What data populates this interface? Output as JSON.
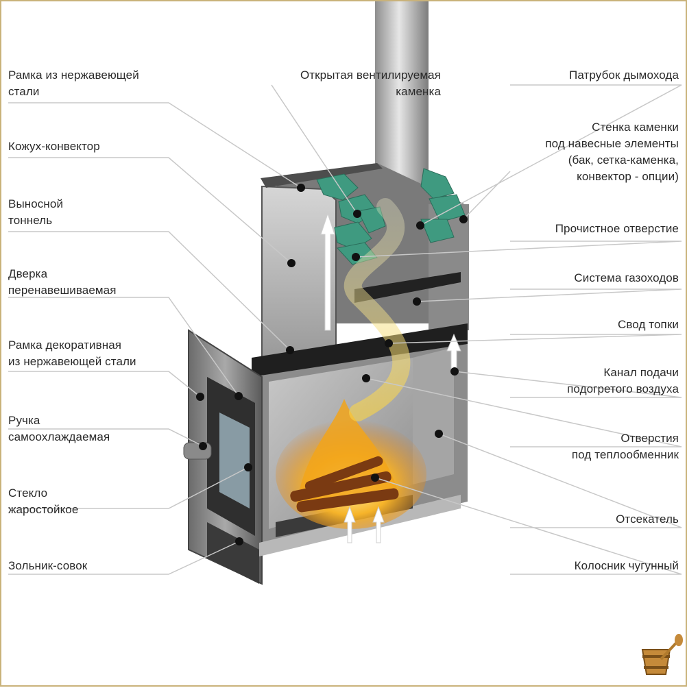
{
  "labels_left": [
    {
      "id": "frame-steel",
      "text": "Рамка из нержавеющей\nстали"
    },
    {
      "id": "casing-convector",
      "text": "Кожух-конвектор"
    },
    {
      "id": "remote-tunnel",
      "text": "Выносной\nтоннель"
    },
    {
      "id": "door",
      "text": "Дверка\nперенавешиваемая"
    },
    {
      "id": "frame-decor",
      "text": "Рамка декоративная\nиз нержавеющей стали"
    },
    {
      "id": "handle",
      "text": "Ручка\nсамоохлаждаемая"
    },
    {
      "id": "glass",
      "text": "Стекло\nжаростойкое"
    },
    {
      "id": "ash-pan",
      "text": "Зольник-совок"
    }
  ],
  "labels_right": [
    {
      "id": "open-heater",
      "text": "Открытая вентилируемая\nкаменка"
    },
    {
      "id": "chimney-pipe",
      "text": "Патрубок дымохода"
    },
    {
      "id": "heater-wall",
      "text": "Стенка каменки\nпод навесные элементы\n(бак, сетка-каменка,\nконвектор - опции)"
    },
    {
      "id": "cleaning-hole",
      "text": "Прочистное отверстие"
    },
    {
      "id": "flue-system",
      "text": "Система газоходов"
    },
    {
      "id": "firebox-vault",
      "text": "Свод топки"
    },
    {
      "id": "air-channel",
      "text": "Канал подачи\nподогретого воздуха"
    },
    {
      "id": "heat-exchanger-holes",
      "text": "Отверстия\nпод теплообменник"
    },
    {
      "id": "cutter",
      "text": "Отсекатель"
    },
    {
      "id": "grate",
      "text": "Колосник чугунный"
    }
  ],
  "logo": {
    "name": "bath-bucket-logo-icon"
  },
  "colors": {
    "frame": "#c9b27a",
    "text": "#2a2a2a",
    "leader": "#c8c8c8",
    "dot": "#111111",
    "flame": "#f2a51a",
    "stones": "#3f9a80"
  }
}
